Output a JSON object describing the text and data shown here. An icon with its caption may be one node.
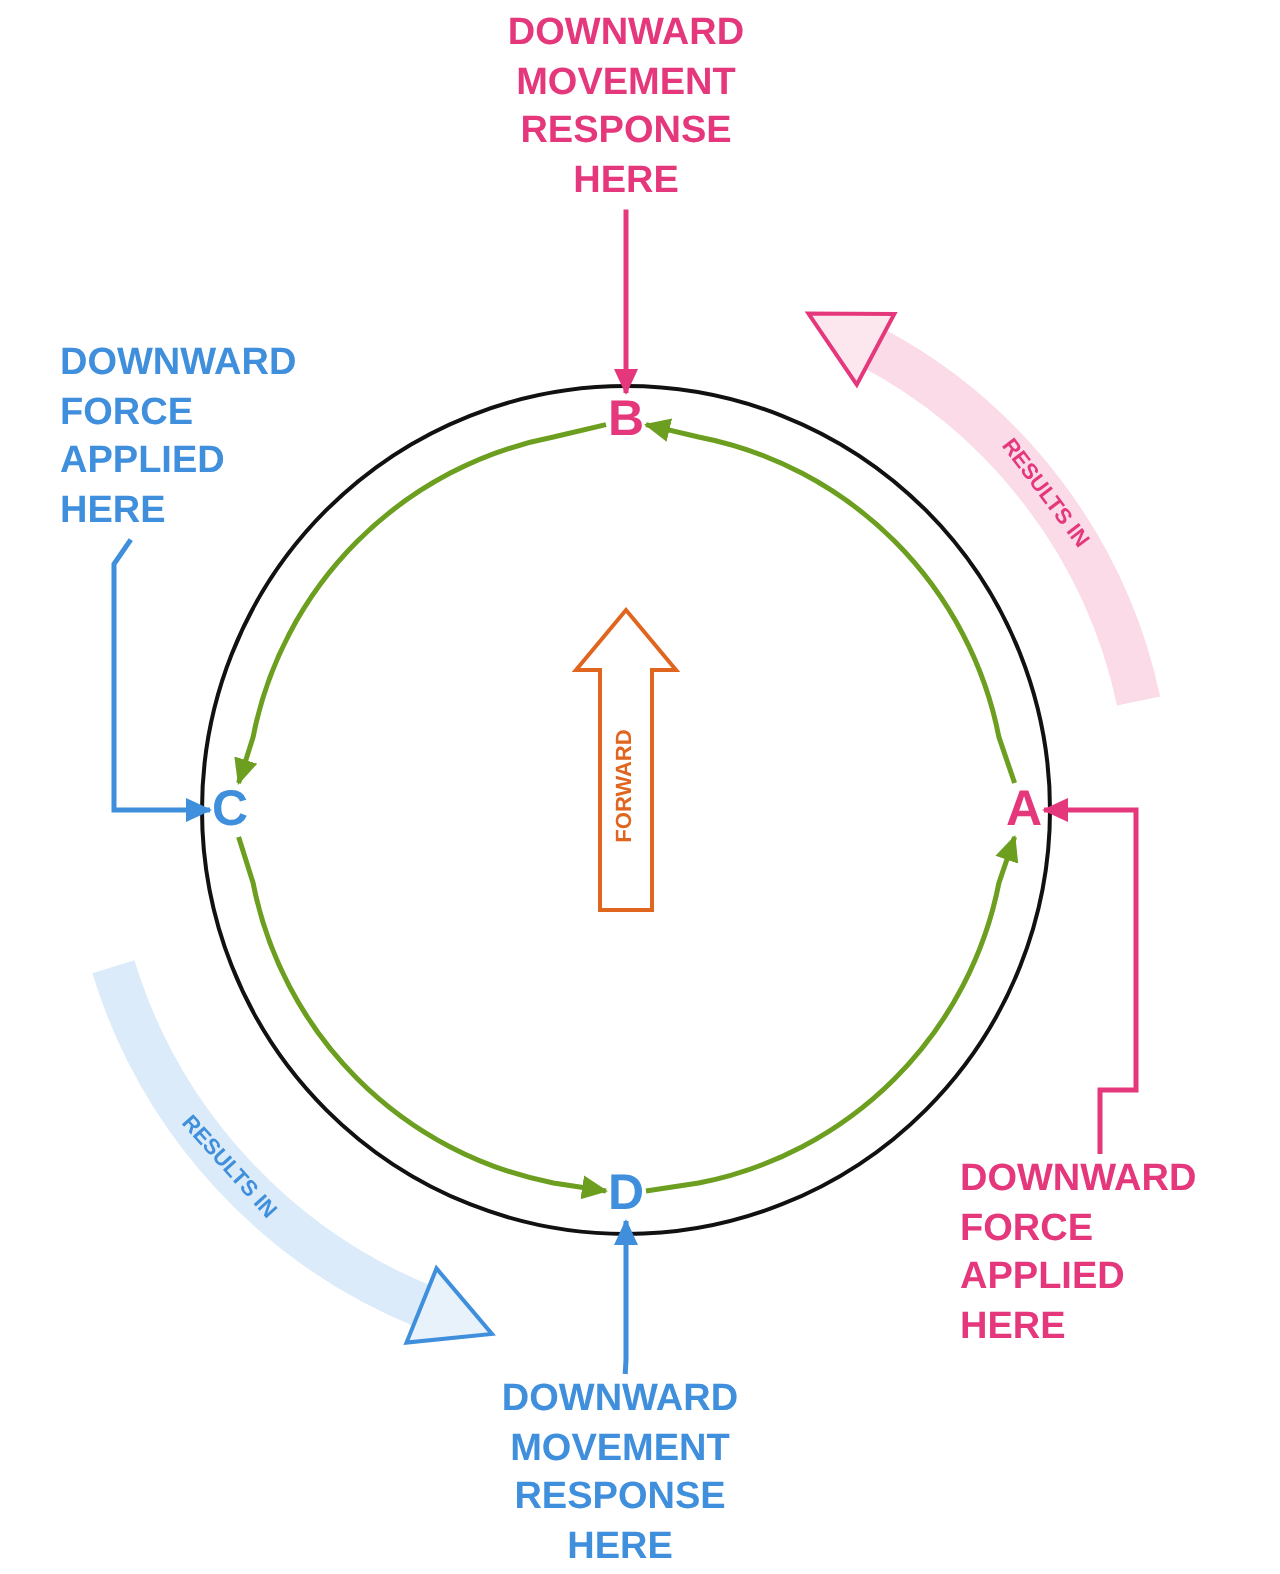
{
  "diagram": {
    "nodes": [
      {
        "text": [
          "DOWNWARD MOVEMENT RESPONSE HERE"
        ]
      },
      {
        "text": [
          "DOWNWARD FORCE APPLIED HERE"
        ]
      },
      {
        "text": [
          "B"
        ]
      },
      {
        "text": [
          "C"
        ]
      },
      {
        "text": [
          "A"
        ]
      },
      {
        "text": [
          "D"
        ]
      },
      {
        "text": [
          "DOWNWARD FORCE APPLIED HERE"
        ]
      },
      {
        "text": [
          "DOWNWARD MOVEMENT RESPONSE HERE"
        ]
      }
    ],
    "edges": [
      {
        "from": 0,
        "to": 2,
        "arrow": "to",
        "color": "#e5387c"
      },
      {
        "from": 1,
        "to": 3,
        "arrow": "to",
        "color": "#3f8fdc"
      },
      {
        "from": 4,
        "to": 2,
        "arrow": "to"
      },
      {
        "from": 2,
        "to": 3,
        "arrow": "to"
      },
      {
        "from": 3,
        "to": 5,
        "arrow": "to"
      },
      {
        "from": 5,
        "to": 4,
        "arrow": "to"
      },
      {
        "from": 6,
        "to": 4,
        "arrow": "to",
        "color": "#e5387c"
      },
      {
        "from": 7,
        "to": 5,
        "arrow": "to",
        "color": "#3f8fdc"
      }
    ],
    "labels": [
      "RESULTS IN",
      "FORWARD",
      "RESULTS IN"
    ]
  }
}
